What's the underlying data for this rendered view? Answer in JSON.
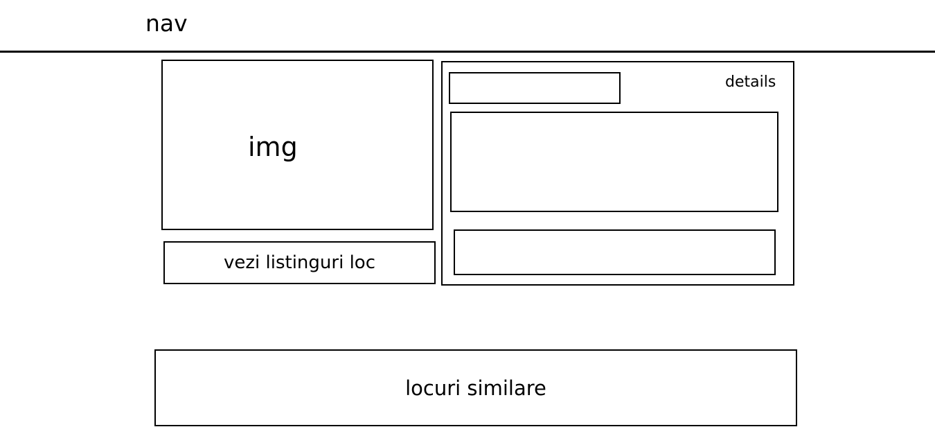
{
  "nav": {
    "label": "nav"
  },
  "image": {
    "label": "img"
  },
  "listings_button": {
    "label": "vezi listinguri loc"
  },
  "details": {
    "label": "details"
  },
  "similar": {
    "label": "locuri similare"
  }
}
